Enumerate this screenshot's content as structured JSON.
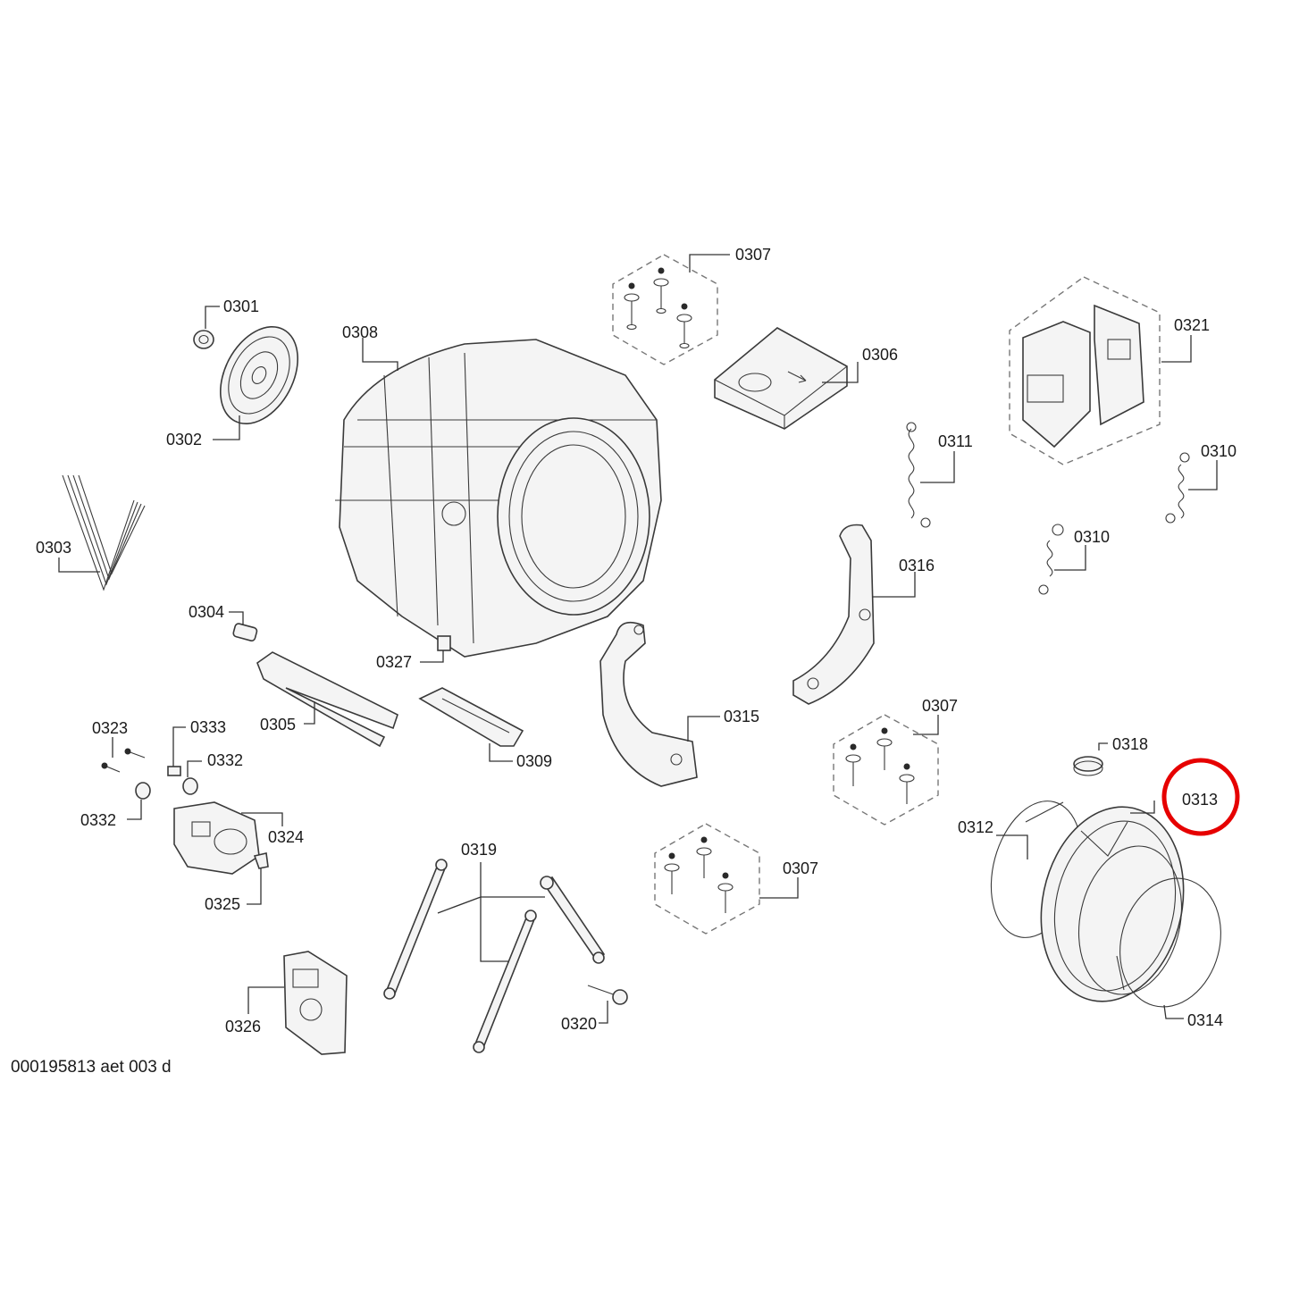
{
  "diagram": {
    "doc_code": "000195813 aet 003 d",
    "labels": {
      "p0301": "0301",
      "p0302": "0302",
      "p0303": "0303",
      "p0304": "0304",
      "p0305": "0305",
      "p0306": "0306",
      "p0307a": "0307",
      "p0307b": "0307",
      "p0307c": "0307",
      "p0308": "0308",
      "p0309": "0309",
      "p0310a": "0310",
      "p0310b": "0310",
      "p0311": "0311",
      "p0312": "0312",
      "p0313": "0313",
      "p0314": "0314",
      "p0315": "0315",
      "p0316": "0316",
      "p0318": "0318",
      "p0319": "0319",
      "p0320": "0320",
      "p0321": "0321",
      "p0323": "0323",
      "p0324": "0324",
      "p0325": "0325",
      "p0326": "0326",
      "p0327": "0327",
      "p0332a": "0332",
      "p0332b": "0332",
      "p0333": "0333"
    },
    "highlighted_part": "0313",
    "highlight_color": "#e60000"
  }
}
